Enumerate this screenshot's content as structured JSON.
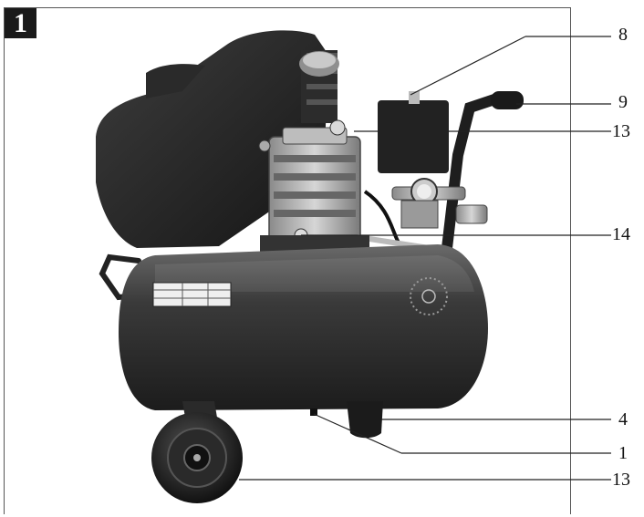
{
  "figure": {
    "number": "1",
    "callouts": [
      {
        "label": "8"
      },
      {
        "label": "9"
      },
      {
        "label": "13"
      },
      {
        "label": "14"
      },
      {
        "label": "4"
      },
      {
        "label": "1"
      },
      {
        "label": "13"
      }
    ],
    "badge_color": "#1a1a1a",
    "device_color": "#2b2b2b"
  }
}
